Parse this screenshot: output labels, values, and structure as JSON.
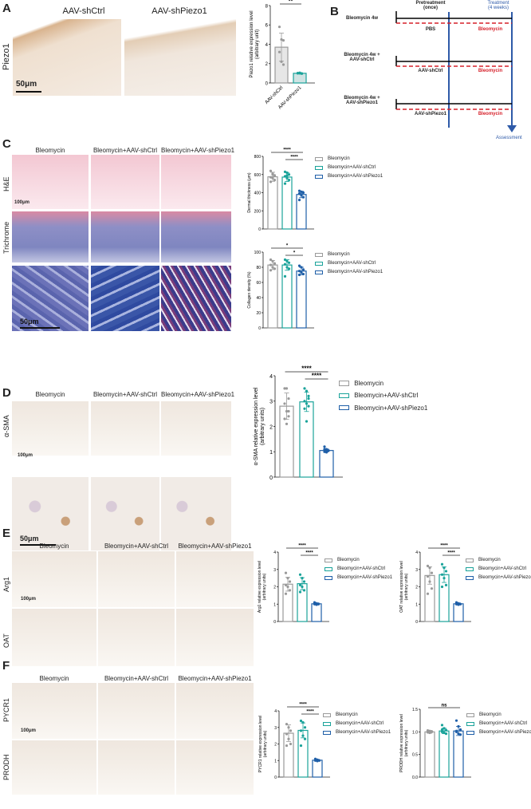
{
  "panels": {
    "A": "A",
    "B": "B",
    "C": "C",
    "D": "D",
    "E": "E",
    "F": "F"
  },
  "panelA": {
    "col_titles": [
      "AAV-shCtrl",
      "AAV-shPiezo1"
    ],
    "row_label": "Piezo1",
    "scale": "50μm"
  },
  "panelB": {
    "pretreatment": "Pretreatment",
    "pretreatment_sub": "(once)",
    "treatment": "Treatment",
    "treatment_sub": "(4 weeks)",
    "assessment": "Assessment",
    "rows": [
      {
        "group": "Bleomycin 4w",
        "group2": "",
        "pre": "PBS",
        "treat": "Bleomycin"
      },
      {
        "group": "Bleomycin 4w +",
        "group2": "AAV-shCtrl",
        "pre": "AAV-shCtrl",
        "treat": "Bleomycin"
      },
      {
        "group": "Bleomycin 4w +",
        "group2": "AAV-shPiezo1",
        "pre": "AAV-shPiezo1",
        "treat": "Bleomycin"
      }
    ]
  },
  "panelC": {
    "col_titles": [
      "Bleomycin",
      "Bleomycin+AAV-shCtrl",
      "Bleomycin+AAV-shPiezo1"
    ],
    "row_labels": [
      "H&E",
      "Trichrome"
    ],
    "scale1": "100μm",
    "scale2": "50μm"
  },
  "panelD": {
    "col_titles": [
      "Bleomycin",
      "Bleomycin+AAV-shCtrl",
      "Bleomycin+AAV-shPiezo1"
    ],
    "row_label": "α-SMA",
    "scale1": "100μm",
    "scale2": "50μm"
  },
  "panelE": {
    "col_titles": [
      "Bleomycin",
      "Bleomycin+AAV-shCtrl",
      "Bleomycin+AAV-shPiezo1"
    ],
    "row_labels": [
      "Arg1",
      "OAT"
    ],
    "scale": "100μm"
  },
  "panelF": {
    "col_titles": [
      "Bleomycin",
      "Bleomycin+AAV-shCtrl",
      "Bleomycin+AAV-shPiezo1"
    ],
    "row_labels": [
      "PYCR1",
      "PRODH"
    ],
    "scale": "100μm"
  },
  "colors": {
    "Bleomycin": "#9a9a9a",
    "Bleomycin+AAV-shCtrl": "#1aa39a",
    "Bleomycin+AAV-shPiezo1": "#1f5fa8",
    "red": "#d6202a",
    "blue_arrow": "#2e5aa8"
  },
  "chart_data": [
    {
      "id": "piezo1",
      "type": "bar",
      "ylabel": "Piezo1 relative expression level",
      "ylabel2": "(arbitrary unit)",
      "ylim": [
        0,
        8
      ],
      "yticks": [
        0,
        2,
        4,
        6,
        8
      ],
      "categories": [
        "AAV-shCtrl",
        "AAV-shPiezo1"
      ],
      "legend": [],
      "series": [
        {
          "mean": 3.7,
          "sd": 1.45,
          "points": [
            5.8,
            4.5,
            4.4,
            3.2,
            2.2,
            1.9
          ]
        },
        {
          "mean": 1.0,
          "sd": 0.05,
          "points": [
            1,
            1.05,
            0.98,
            1.02,
            1,
            0.97
          ]
        }
      ],
      "sig": [
        {
          "from": 0,
          "to": 1,
          "label": "**"
        }
      ]
    },
    {
      "id": "dermal",
      "type": "bar",
      "ylabel": "Dermal thickness (μm)",
      "ylim": [
        0,
        800
      ],
      "yticks": [
        0,
        200,
        400,
        600,
        800
      ],
      "categories": [],
      "legend": [
        "Bleomycin",
        "Bleomycin+AAV-shCtrl",
        "Bleomycin+AAV-shPiezo1"
      ],
      "series": [
        {
          "mean": 575,
          "sd": 50,
          "points": [
            640,
            610,
            590,
            570,
            560,
            540,
            520,
            600
          ]
        },
        {
          "mean": 572,
          "sd": 50,
          "points": [
            630,
            620,
            600,
            580,
            560,
            540,
            500,
            590
          ]
        },
        {
          "mean": 380,
          "sd": 35,
          "points": [
            420,
            410,
            400,
            390,
            370,
            350,
            320,
            380
          ]
        }
      ],
      "sig": [
        {
          "from": 0,
          "to": 2,
          "label": "****"
        },
        {
          "from": 1,
          "to": 2,
          "label": "****"
        }
      ]
    },
    {
      "id": "collagen",
      "type": "bar",
      "ylabel": "Collagen density (%)",
      "ylim": [
        0,
        100
      ],
      "yticks": [
        0,
        20,
        40,
        60,
        80,
        100
      ],
      "categories": [],
      "legend": [
        "Bleomycin",
        "Bleomycin+AAV-shCtrl",
        "Bleomycin+AAV-shPiezo1"
      ],
      "series": [
        {
          "mean": 83,
          "sd": 6,
          "points": [
            90,
            88,
            85,
            83,
            80,
            78,
            76
          ]
        },
        {
          "mean": 83,
          "sd": 7,
          "points": [
            90,
            88,
            86,
            84,
            80,
            78,
            68
          ]
        },
        {
          "mean": 75,
          "sd": 5,
          "points": [
            82,
            80,
            77,
            75,
            73,
            71,
            70
          ]
        }
      ],
      "sig": [
        {
          "from": 0,
          "to": 2,
          "label": "*"
        },
        {
          "from": 1,
          "to": 2,
          "label": "*"
        }
      ]
    },
    {
      "id": "asma",
      "type": "bar",
      "ylabel": "α-SMA relative expression level",
      "ylabel2": "(arbitrary units)",
      "ylim": [
        0,
        4
      ],
      "yticks": [
        0,
        1,
        2,
        3,
        4
      ],
      "categories": [],
      "legend": [
        "Bleomycin",
        "Bleomycin+AAV-shCtrl",
        "Bleomycin+AAV-shPiezo1"
      ],
      "series": [
        {
          "mean": 2.8,
          "sd": 0.52,
          "points": [
            3.5,
            3.5,
            3.1,
            2.9,
            2.6,
            2.4,
            2.3,
            2.1,
            2.6
          ]
        },
        {
          "mean": 2.97,
          "sd": 0.38,
          "points": [
            3.5,
            3.4,
            3.2,
            3.0,
            2.9,
            2.8,
            2.7,
            2.2,
            3.1
          ]
        },
        {
          "mean": 1.05,
          "sd": 0.06,
          "points": [
            1.2,
            1.1,
            1.05,
            1.0,
            1.0,
            1.05,
            1.1,
            0.98
          ]
        }
      ],
      "sig": [
        {
          "from": 0,
          "to": 2,
          "label": "****"
        },
        {
          "from": 1,
          "to": 2,
          "label": "****"
        }
      ]
    },
    {
      "id": "arg1",
      "type": "bar",
      "ylabel": "Arg1 relative expression level",
      "ylabel2": "(arbitrary units)",
      "ylim": [
        0,
        4
      ],
      "yticks": [
        0,
        1,
        2,
        3,
        4
      ],
      "categories": [],
      "legend": [
        "Bleomycin",
        "Bleomycin+AAV-shCtrl",
        "Bleomycin+AAV-shPiezo1"
      ],
      "series": [
        {
          "mean": 2.15,
          "sd": 0.4,
          "points": [
            2.8,
            2.5,
            2.3,
            2.1,
            2.0,
            1.8,
            1.6
          ]
        },
        {
          "mean": 2.18,
          "sd": 0.35,
          "points": [
            2.7,
            2.5,
            2.3,
            2.1,
            2.0,
            1.8,
            1.7
          ]
        },
        {
          "mean": 1.02,
          "sd": 0.05,
          "points": [
            1.1,
            1.05,
            1,
            1,
            0.97,
            1.02
          ]
        }
      ],
      "sig": [
        {
          "from": 0,
          "to": 2,
          "label": "****"
        },
        {
          "from": 1,
          "to": 2,
          "label": "****"
        }
      ]
    },
    {
      "id": "oat",
      "type": "bar",
      "ylabel": "OAT relative expression level",
      "ylabel2": "(arbitrary units)",
      "ylim": [
        0,
        4
      ],
      "yticks": [
        0,
        1,
        2,
        3,
        4
      ],
      "categories": [],
      "legend": [
        "Bleomycin",
        "Bleomycin+AAV-shCtrl",
        "Bleomycin+AAV-shPiezo1"
      ],
      "series": [
        {
          "mean": 2.65,
          "sd": 0.5,
          "points": [
            3.2,
            3.1,
            2.8,
            2.6,
            2.3,
            1.9,
            1.6
          ]
        },
        {
          "mean": 2.7,
          "sd": 0.45,
          "points": [
            3.3,
            3.1,
            2.9,
            2.7,
            2.5,
            2.1,
            2.0
          ]
        },
        {
          "mean": 1.02,
          "sd": 0.05,
          "points": [
            1.1,
            1.05,
            1,
            1,
            0.97
          ]
        }
      ],
      "sig": [
        {
          "from": 0,
          "to": 2,
          "label": "****"
        },
        {
          "from": 1,
          "to": 2,
          "label": "****"
        }
      ]
    },
    {
      "id": "pycr1",
      "type": "bar",
      "ylabel": "PYCR1 relative expression level",
      "ylabel2": "(arbitrary units)",
      "ylim": [
        0,
        4
      ],
      "yticks": [
        0,
        1,
        2,
        3,
        4
      ],
      "categories": [],
      "legend": [
        "Bleomycin",
        "Bleomycin+AAV-shCtrl",
        "Bleomycin+AAV-shPiezo1"
      ],
      "series": [
        {
          "mean": 2.65,
          "sd": 0.5,
          "points": [
            3.2,
            3.0,
            2.8,
            2.6,
            2.3,
            2.0,
            1.9
          ]
        },
        {
          "mean": 2.82,
          "sd": 0.45,
          "points": [
            3.4,
            3.3,
            3.0,
            2.8,
            2.5,
            2.3,
            1.9
          ]
        },
        {
          "mean": 1.02,
          "sd": 0.05,
          "points": [
            1.1,
            1.05,
            1,
            1,
            0.97
          ]
        }
      ],
      "sig": [
        {
          "from": 0,
          "to": 2,
          "label": "****"
        },
        {
          "from": 1,
          "to": 2,
          "label": "****"
        }
      ]
    },
    {
      "id": "prodh",
      "type": "bar",
      "ylabel": "PRODH relative expression level",
      "ylabel2": "(arbitrary units)",
      "ylim": [
        0,
        1.5
      ],
      "yticks": [
        0,
        0.5,
        1.0,
        1.5
      ],
      "ytickfmt": 1,
      "categories": [],
      "legend": [
        "Bleomycin",
        "Bleomycin+AAV-shCtrl",
        "Bleomycin+AAV-shPiezo1"
      ],
      "series": [
        {
          "mean": 1.0,
          "sd": 0.03,
          "points": [
            1.03,
            1.02,
            1.0,
            0.99,
            0.98,
            1.01
          ]
        },
        {
          "mean": 1.02,
          "sd": 0.06,
          "points": [
            1.15,
            1.08,
            1.04,
            1.0,
            0.98,
            0.96,
            1.05
          ]
        },
        {
          "mean": 1.02,
          "sd": 0.1,
          "points": [
            1.25,
            1.12,
            1.05,
            1.0,
            0.96,
            0.94,
            1.02
          ]
        }
      ],
      "sig": [
        {
          "from": 0,
          "to": 2,
          "label": "ns"
        }
      ]
    }
  ]
}
